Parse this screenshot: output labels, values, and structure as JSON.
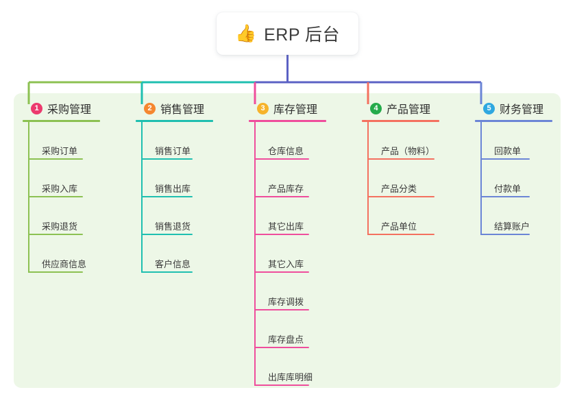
{
  "root": {
    "emoji": "👍",
    "emoji_name": "thumbs-up-emoji",
    "title": "ERP 后台"
  },
  "theme": {
    "panel_bg": "#edf7e7",
    "page_bg": "#ffffff",
    "root_stem": "#5b61c4",
    "bus": "#5b61c4",
    "text": "#3a3a3a"
  },
  "columns": [
    {
      "number": "1",
      "title": "采购管理",
      "badge_color": "#ec3a6e",
      "line_color": "#8cc152",
      "items": [
        "采购订单",
        "采购入库",
        "采购退货",
        "供应商信息"
      ]
    },
    {
      "number": "2",
      "title": "销售管理",
      "badge_color": "#f5872f",
      "line_color": "#1fbfb0",
      "items": [
        "销售订单",
        "销售出库",
        "销售退货",
        "客户信息"
      ]
    },
    {
      "number": "3",
      "title": "库存管理",
      "badge_color": "#f6b32b",
      "line_color": "#ef4d9c",
      "items": [
        "仓库信息",
        "产品库存",
        "其它出库",
        "其它入库",
        "库存调拨",
        "库存盘点",
        "出库库明细"
      ]
    },
    {
      "number": "4",
      "title": "产品管理",
      "badge_color": "#25ab4b",
      "line_color": "#f4705f",
      "items": [
        "产品（物料）",
        "产品分类",
        "产品单位"
      ]
    },
    {
      "number": "5",
      "title": "财务管理",
      "badge_color": "#2fa8e0",
      "line_color": "#6b85d6",
      "items": [
        "回款单",
        "付款单",
        "结算账户"
      ]
    }
  ]
}
